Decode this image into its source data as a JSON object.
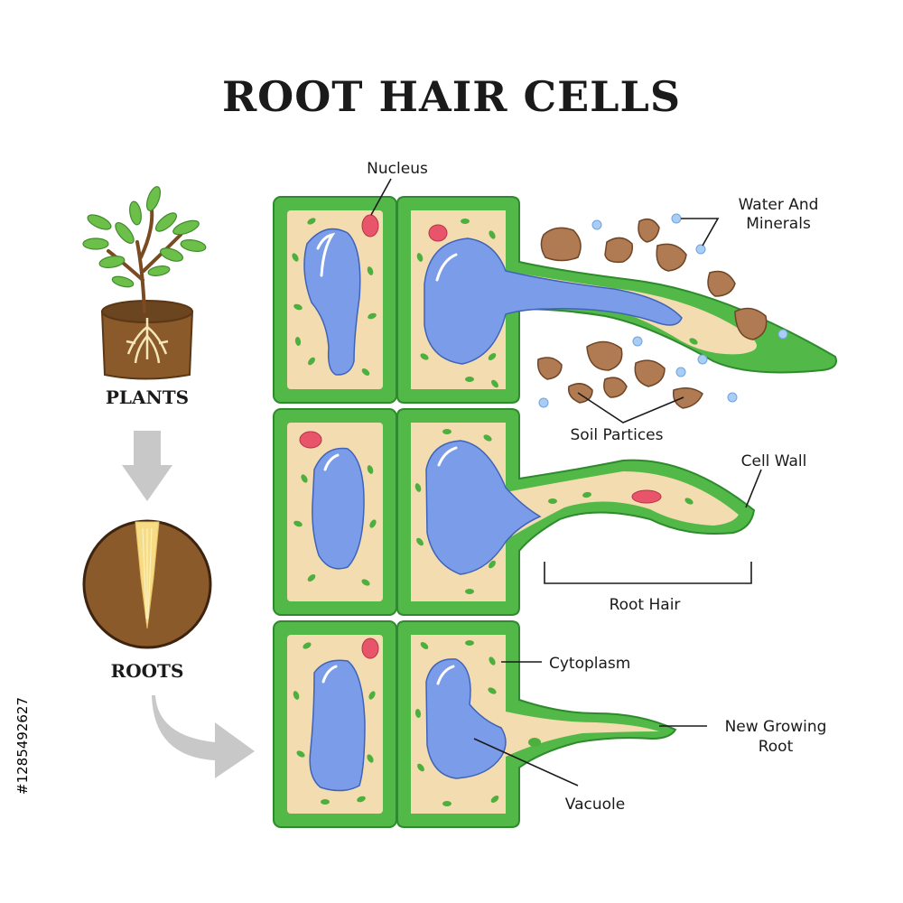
{
  "title": "ROOT HAIR CELLS",
  "captions": {
    "plants": "PLANTS",
    "roots": "ROOTS"
  },
  "labels": {
    "nucleus": "Nucleus",
    "water_and_minerals_1": "Water And",
    "water_and_minerals_2": "Minerals",
    "soil_particles": "Soil Partices",
    "cell_wall": "Cell Wall",
    "root_hair": "Root Hair",
    "cytoplasm": "Cytoplasm",
    "new_growing_root_1": "New Growing",
    "new_growing_root_2": "Root",
    "vacuole": "Vacuole"
  },
  "watermark": "#1285492627",
  "colors": {
    "cell_wall": "#52b848",
    "cytoplasm": "#f3ddb0",
    "vacuole": "#7b9ce8",
    "nucleus": "#e8556b",
    "soil": "#b07a52",
    "water": "#a9cdf3",
    "arrow": "#c8c8c8"
  }
}
